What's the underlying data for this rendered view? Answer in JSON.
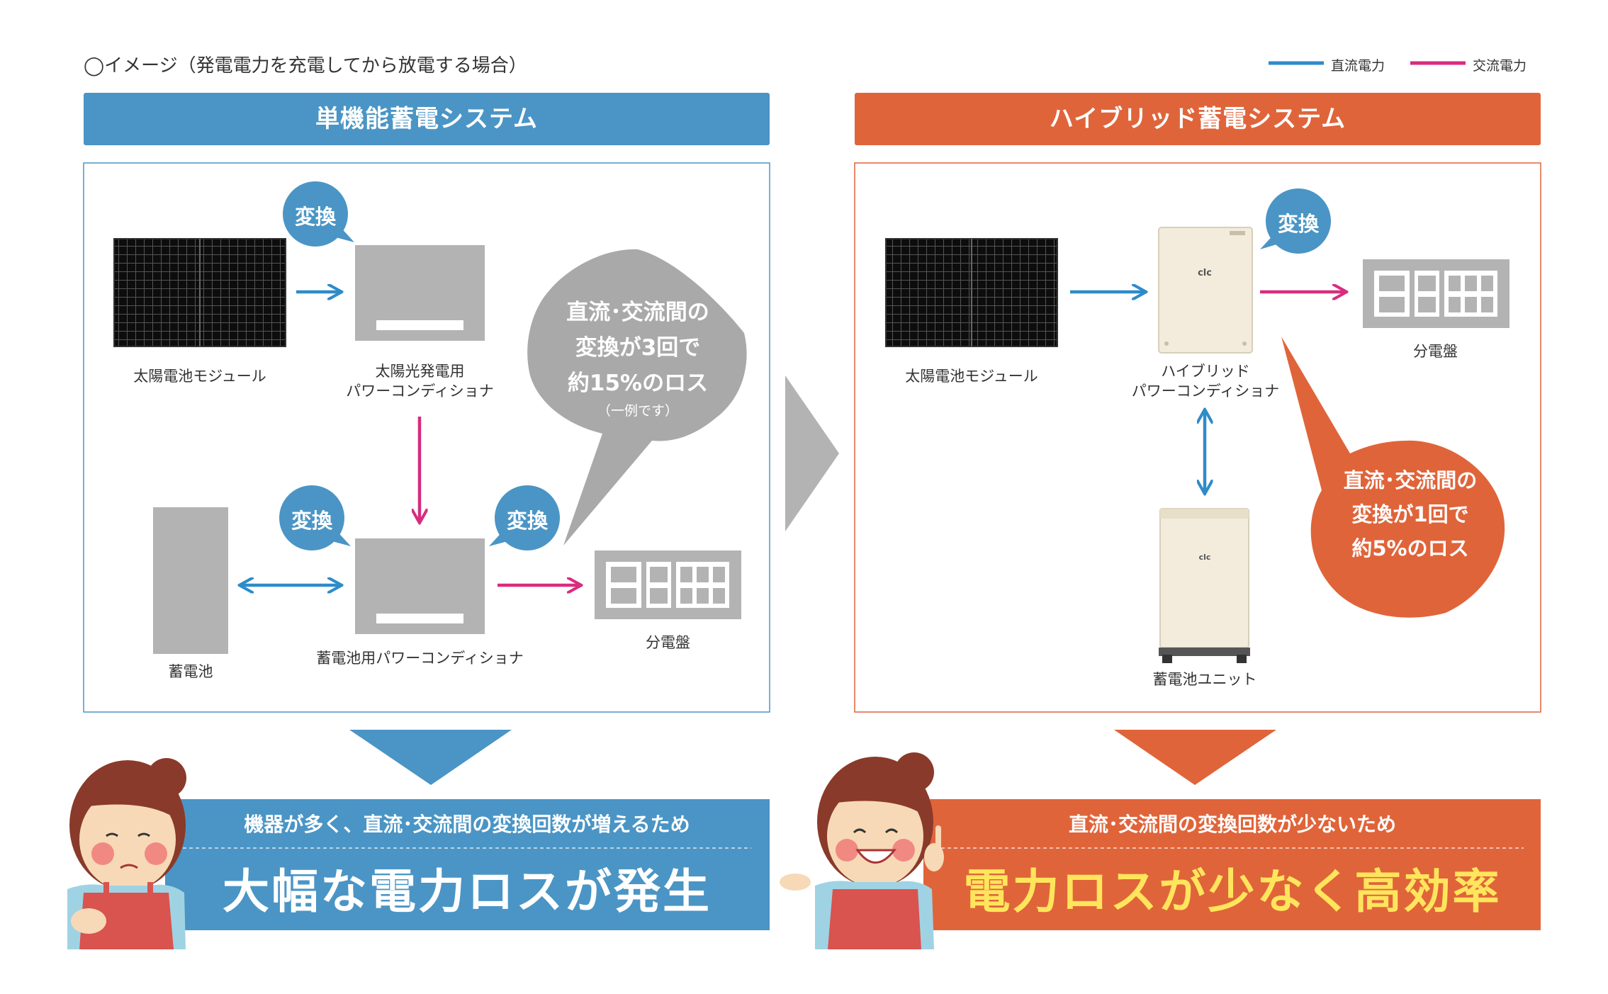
{
  "caption": "◯イメージ（発電電力を充電してから放電する場合）",
  "legend": [
    {
      "label": "直流電力",
      "color": "#2e8bc9"
    },
    {
      "label": "交流電力",
      "color": "#d92c7e"
    }
  ],
  "left": {
    "title": "単機能蓄電システム",
    "color": "#4a95c5",
    "nodes": {
      "solar": "太陽電池モジュール",
      "pv_pcs_line1": "太陽光発電用",
      "pv_pcs_line2": "パワーコンディショナ",
      "battery": "蓄電池",
      "bat_pcs": "蓄電池用パワーコンディショナ",
      "panel": "分電盤"
    },
    "convert": "変換",
    "loss": {
      "line1": "直流･交流間の",
      "line2": "変換が3回で",
      "line3": "約15%のロス",
      "note": "（一例です）"
    },
    "result_sub": "機器が多く、直流･交流間の変換回数が増えるため",
    "result_main": "大幅な電力ロスが発生"
  },
  "right": {
    "title": "ハイブリッド蓄電システム",
    "color": "#e0643a",
    "nodes": {
      "solar": "太陽電池モジュール",
      "hybrid_line1": "ハイブリッド",
      "hybrid_line2": "パワーコンディショナ",
      "battery_unit": "蓄電池ユニット",
      "panel": "分電盤"
    },
    "convert": "変換",
    "loss": {
      "line1": "直流･交流間の",
      "line2": "変換が1回で",
      "line3": "約5%のロス"
    },
    "device_logo": "clc",
    "result_sub": "直流･交流間の変換回数が少ないため",
    "result_main": "電力ロスが少なく高効率"
  }
}
